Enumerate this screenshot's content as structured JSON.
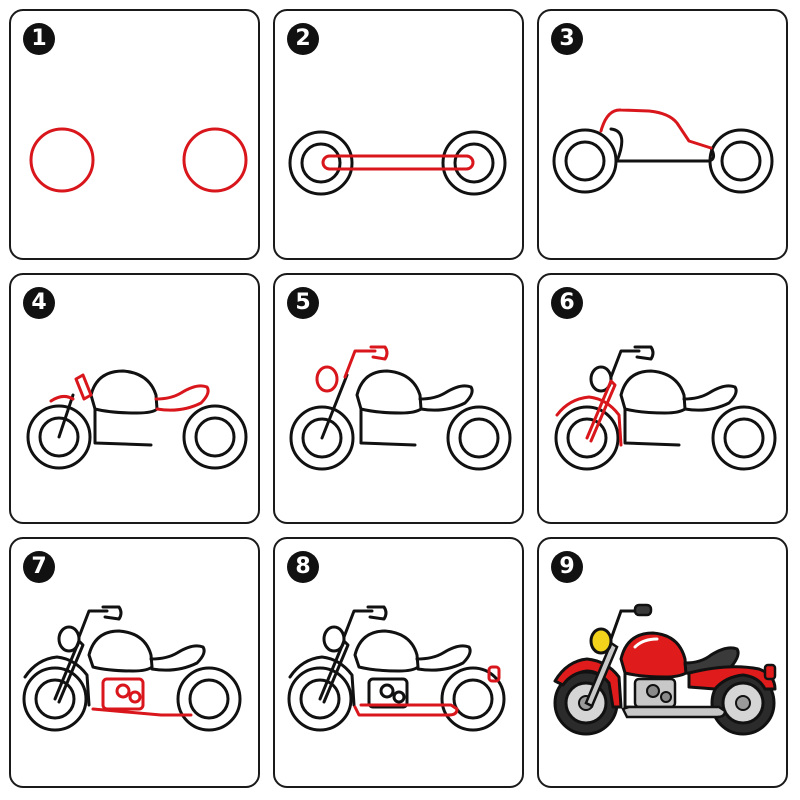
{
  "steps": [
    {
      "number": "1"
    },
    {
      "number": "2"
    },
    {
      "number": "3"
    },
    {
      "number": "4"
    },
    {
      "number": "5"
    },
    {
      "number": "6"
    },
    {
      "number": "7"
    },
    {
      "number": "8"
    },
    {
      "number": "9"
    }
  ],
  "colors": {
    "new_stroke": "#d8161b",
    "outline": "#111111",
    "body_red": "#e01b1b",
    "seat": "#3a3a3a",
    "chrome": "#c8c8c8",
    "headlight": "#f2d21b"
  }
}
